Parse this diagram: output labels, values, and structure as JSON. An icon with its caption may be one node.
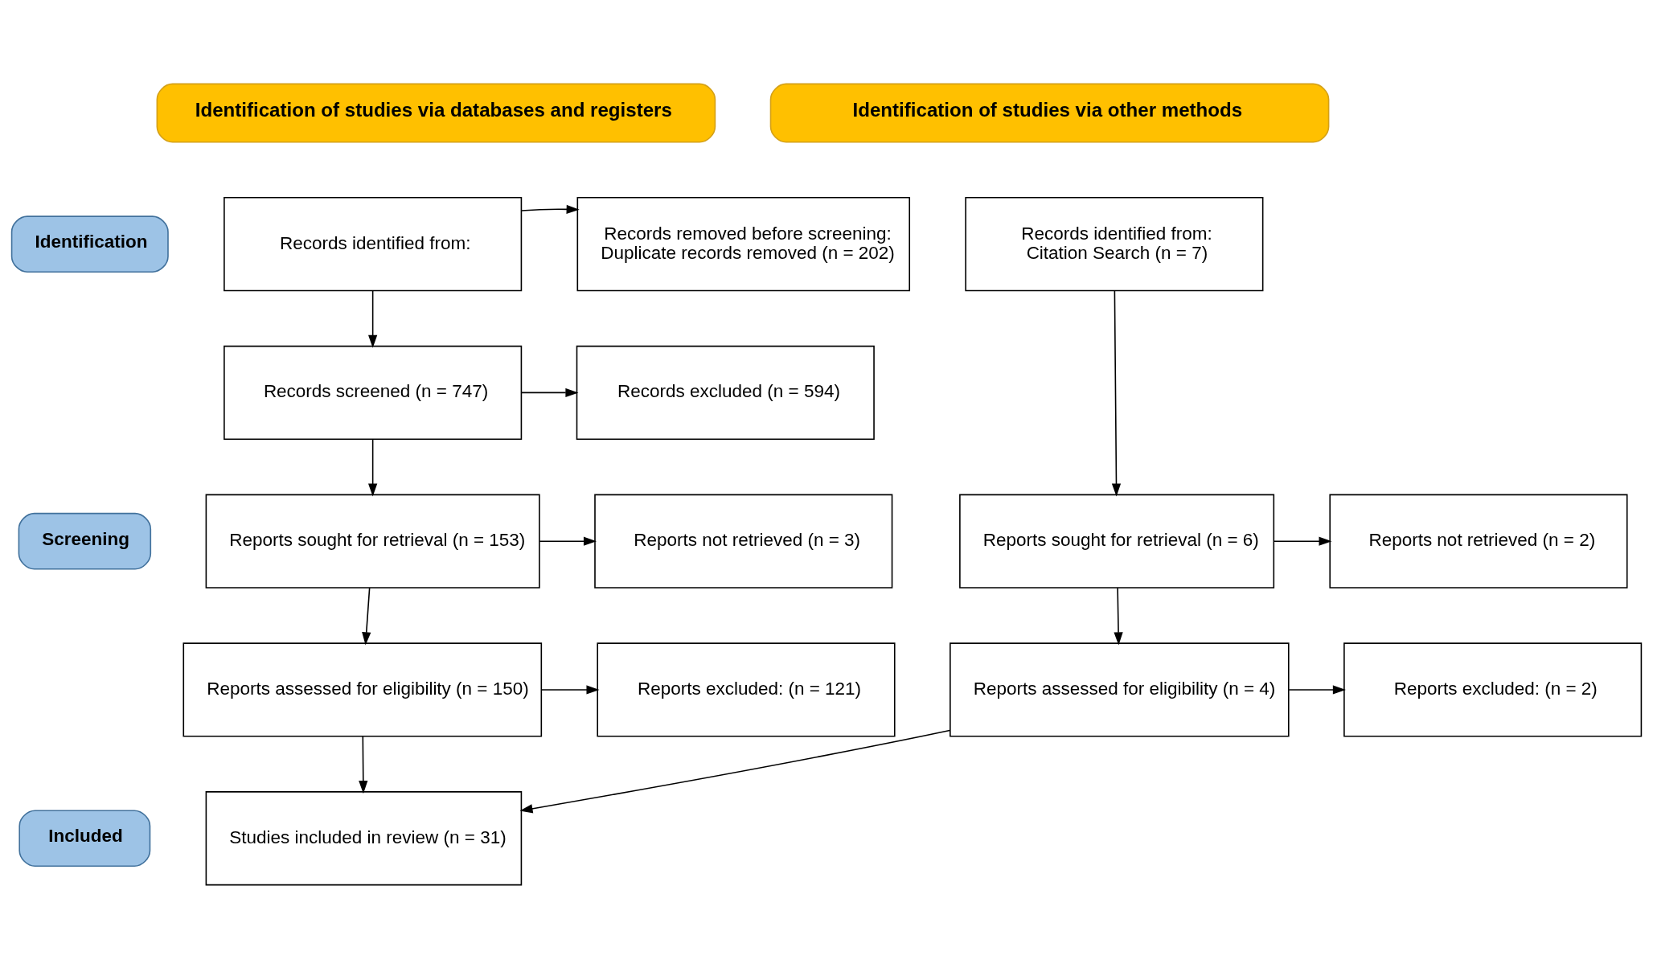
{
  "diagram": {
    "nodes": [
      {
        "text": [
          "Identification of studies via databases and registers"
        ]
      },
      {
        "text": [
          "Identification of studies via other methods"
        ]
      },
      {
        "text": [
          "Identification"
        ]
      },
      {
        "text": [
          "Screening"
        ]
      },
      {
        "text": [
          "Included"
        ]
      },
      {
        "text": [
          "Records identified from:"
        ]
      },
      {
        "text": [
          "Records removed before screening:",
          "Duplicate records removed (n = 202)"
        ]
      },
      {
        "text": [
          "Records identified from:",
          "Citation Search (n = 7)"
        ]
      },
      {
        "text": [
          "Records screened (n = 747)"
        ]
      },
      {
        "text": [
          "Records excluded (n = 594)"
        ]
      },
      {
        "text": [
          "Reports sought for retrieval (n = 153)"
        ]
      },
      {
        "text": [
          "Reports not retrieved (n = 3)"
        ]
      },
      {
        "text": [
          "Reports sought for retrieval (n = 6)"
        ]
      },
      {
        "text": [
          "Reports not retrieved (n = 2)"
        ]
      },
      {
        "text": [
          "Reports assessed for eligibility (n = 150)"
        ]
      },
      {
        "text": [
          "Reports excluded: (n = 121)"
        ]
      },
      {
        "text": [
          "Reports assessed for eligibility (n = 4)"
        ]
      },
      {
        "text": [
          "Reports excluded: (n = 2)"
        ]
      },
      {
        "text": [
          "Studies included in review (n = 31)"
        ]
      }
    ],
    "edges": [
      {
        "from": 5,
        "to": 6,
        "arrow": "to"
      },
      {
        "from": 5,
        "to": 8,
        "arrow": "to"
      },
      {
        "from": 7,
        "to": 12,
        "arrow": "to"
      },
      {
        "from": 8,
        "to": 9,
        "arrow": "to"
      },
      {
        "from": 8,
        "to": 10,
        "arrow": "to"
      },
      {
        "from": 10,
        "to": 11,
        "arrow": "to"
      },
      {
        "from": 10,
        "to": 14,
        "arrow": "to"
      },
      {
        "from": 12,
        "to": 13,
        "arrow": "to"
      },
      {
        "from": 12,
        "to": 16,
        "arrow": "to"
      },
      {
        "from": 14,
        "to": 15,
        "arrow": "to"
      },
      {
        "from": 14,
        "to": 18,
        "arrow": "to"
      },
      {
        "from": 16,
        "to": 17,
        "arrow": "to"
      },
      {
        "from": 16,
        "to": 18,
        "arrow": "to"
      }
    ]
  }
}
